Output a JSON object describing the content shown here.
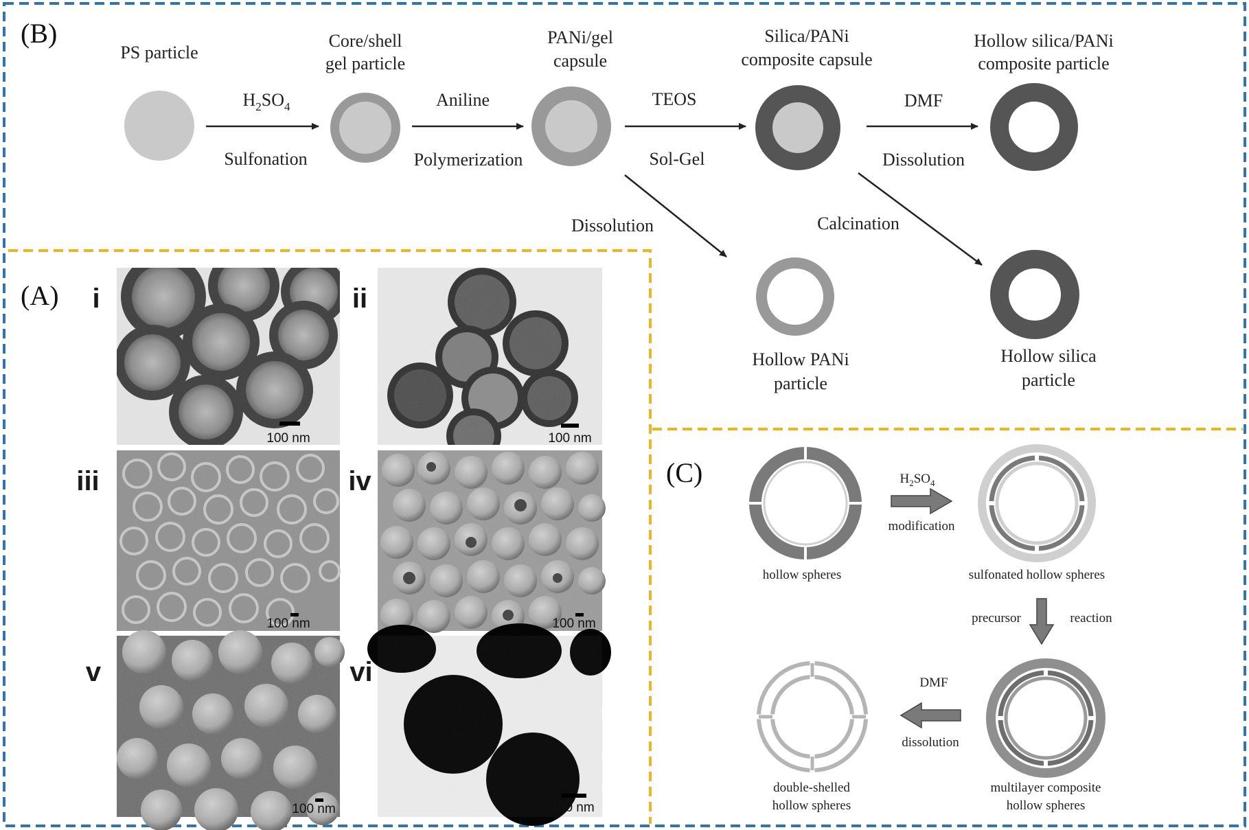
{
  "panel_b": {
    "label": "(B)",
    "stages": [
      {
        "label_line1": "PS particle",
        "label_line2": ""
      },
      {
        "label_line1": "Core/shell",
        "label_line2": "gel particle"
      },
      {
        "label_line1": "PANi/gel",
        "label_line2": "capsule"
      },
      {
        "label_line1": "Silica/PANi",
        "label_line2": "composite capsule"
      },
      {
        "label_line1": "Hollow silica/PANi",
        "label_line2": "composite particle"
      }
    ],
    "steps": [
      {
        "reagent_main": "H",
        "reagent_sub1": "2",
        "reagent_mid": "SO",
        "reagent_sub2": "4",
        "process": "Sulfonation"
      },
      {
        "reagent": "Aniline",
        "process": "Polymerization"
      },
      {
        "reagent": "TEOS",
        "process": "Sol-Gel"
      },
      {
        "reagent": "DMF",
        "process": "Dissolution"
      }
    ],
    "branches": [
      {
        "process": "Dissolution",
        "product_line1": "Hollow PANi",
        "product_line2": "particle"
      },
      {
        "process": "Calcination",
        "product_line1": "Hollow silica",
        "product_line2": "particle"
      }
    ]
  },
  "panel_a": {
    "label": "(A)",
    "images": [
      {
        "roman": "i",
        "scale": "100 nm"
      },
      {
        "roman": "ii",
        "scale": "100 nm"
      },
      {
        "roman": "iii",
        "scale": "100 nm"
      },
      {
        "roman": "iv",
        "scale": "100 nm"
      },
      {
        "roman": "v",
        "scale": "100 nm"
      },
      {
        "roman": "vi",
        "scale": "100 nm"
      }
    ]
  },
  "panel_c": {
    "label": "(C)",
    "stages": [
      {
        "label_line1": "hollow spheres",
        "label_line2": ""
      },
      {
        "label_line1": "sulfonated hollow spheres",
        "label_line2": ""
      },
      {
        "label_line1": "multilayer composite",
        "label_line2": "hollow spheres"
      },
      {
        "label_line1": "double-shelled",
        "label_line2": "hollow spheres"
      }
    ],
    "step1": {
      "reagent_main": "H",
      "reagent_sub1": "2",
      "reagent_mid": "SO",
      "reagent_sub2": "4",
      "process": "modification"
    },
    "step2": {
      "left": "precursor",
      "right": "reaction"
    },
    "step3": {
      "reagent": "DMF",
      "process": "dissolution"
    }
  },
  "colors": {
    "blue_border": "#2f74b5",
    "yellow_border": "#f2b41c",
    "light_gray": "#c9c9c9",
    "mid_gray": "#999999",
    "dark_gray": "#555555"
  }
}
